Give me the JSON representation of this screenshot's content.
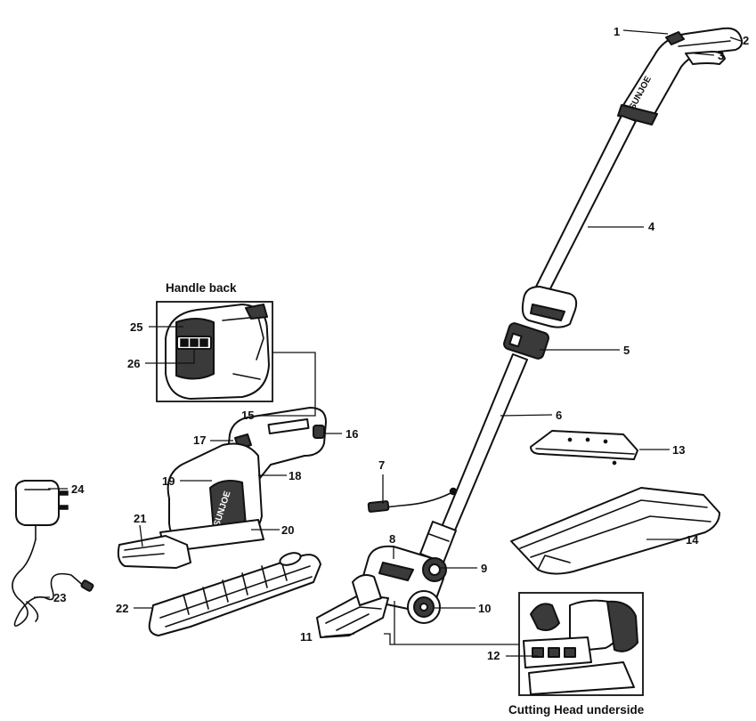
{
  "captions": {
    "handle_back": "Handle back",
    "cutting_head_underside": "Cutting Head underside"
  },
  "brand": {
    "logo_text": "SUNJOE"
  },
  "callouts": [
    "1",
    "2",
    "3",
    "4",
    "5",
    "6",
    "7",
    "8",
    "9",
    "10",
    "11",
    "12",
    "13",
    "14",
    "15",
    "16",
    "17",
    "18",
    "19",
    "20",
    "21",
    "22",
    "23",
    "24",
    "25",
    "26"
  ]
}
